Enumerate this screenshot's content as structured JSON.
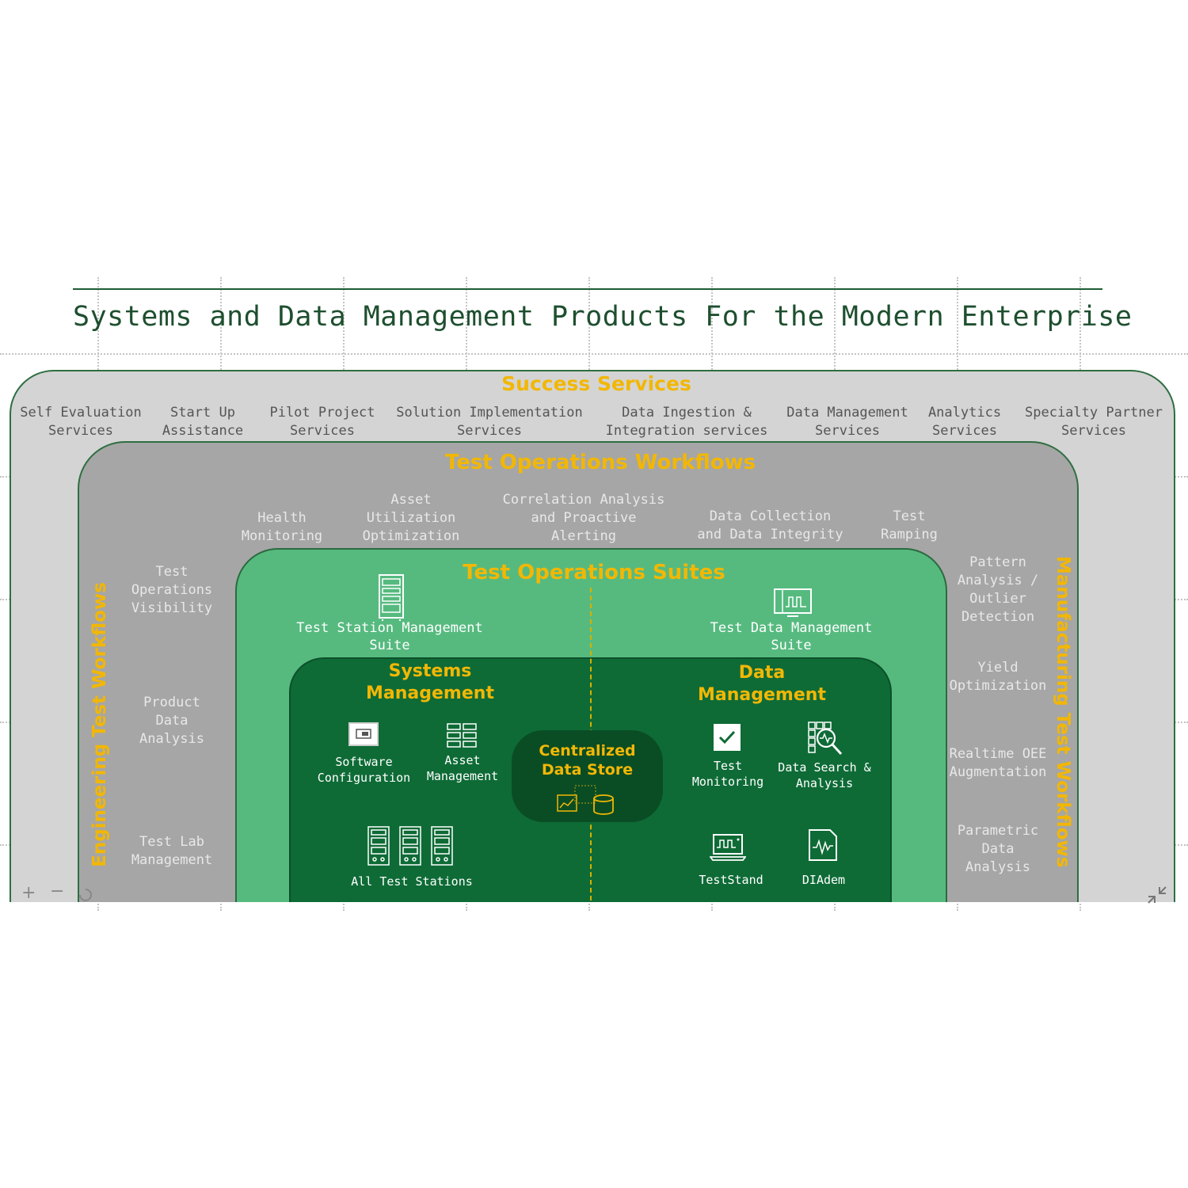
{
  "page_title": "Systems and Data Management Products For the Modern Enterprise",
  "success_services": {
    "title": "Success Services",
    "items": [
      "Self Evaluation\nServices",
      "Start Up\nAssistance",
      "Pilot Project\nServices",
      "Solution Implementation\nServices",
      "Data Ingestion &\nIntegration services",
      "Data Management\nServices",
      "Analytics\nServices",
      "Specialty Partner\nServices"
    ]
  },
  "test_operations_workflows": {
    "title": "Test Operations Workflows",
    "top_items": [
      "Health\nMonitoring",
      "Asset\nUtilization\nOptimization",
      "Correlation Analysis\nand Proactive\nAlerting",
      "Data Collection\nand Data Integrity",
      "Test\nRamping"
    ],
    "left_items": [
      "Test\nOperations\nVisibility",
      "Product\nData\nAnalysis",
      "Test Lab\nManagement"
    ],
    "right_items": [
      "Pattern\nAnalysis /\nOutlier\nDetection",
      "Yield\nOptimization",
      "Realtime OEE\nAugmentation",
      "Parametric\nData\nAnalysis"
    ]
  },
  "engineering_workflows_label": "Engineering Test Workflows",
  "manufacturing_workflows_label": "Manufacturing Test Workflows",
  "test_operations_suites": {
    "title": "Test Operations Suites",
    "left_suite": "Test Station Management\nSuite",
    "right_suite": "Test Data Management\nSuite"
  },
  "systems_management": {
    "title": "Systems\nManagement",
    "items": {
      "software_configuration": "Software\nConfiguration",
      "asset_management": "Asset\nManagement",
      "all_test_stations": "All Test Stations"
    }
  },
  "data_management": {
    "title": "Data\nManagement",
    "items": {
      "test_monitoring": "Test\nMonitoring",
      "data_search": "Data Search &\nAnalysis",
      "teststand": "TestStand",
      "diadem": "DIAdem"
    }
  },
  "data_store": {
    "title": "Centralized\nData Store"
  },
  "colors": {
    "accent_yellow": "#f2b705",
    "outer_ring": "#d4d4d4",
    "workflow_ring": "#a6a6a6",
    "suites_ring": "#56ba7f",
    "core_ring": "#0e6b36",
    "data_store": "#0a4d24",
    "title_text": "#1e4f2f"
  },
  "icons": [
    "rack-icon",
    "monitor-waveform-icon",
    "software-config-icon",
    "asset-grid-icon",
    "test-station-icon",
    "checkmark-box-icon",
    "data-search-icon",
    "laptop-waveform-icon",
    "waveform-document-icon",
    "database-icon",
    "zoom-in-icon",
    "zoom-out-icon",
    "reset-icon",
    "collapse-icon"
  ]
}
